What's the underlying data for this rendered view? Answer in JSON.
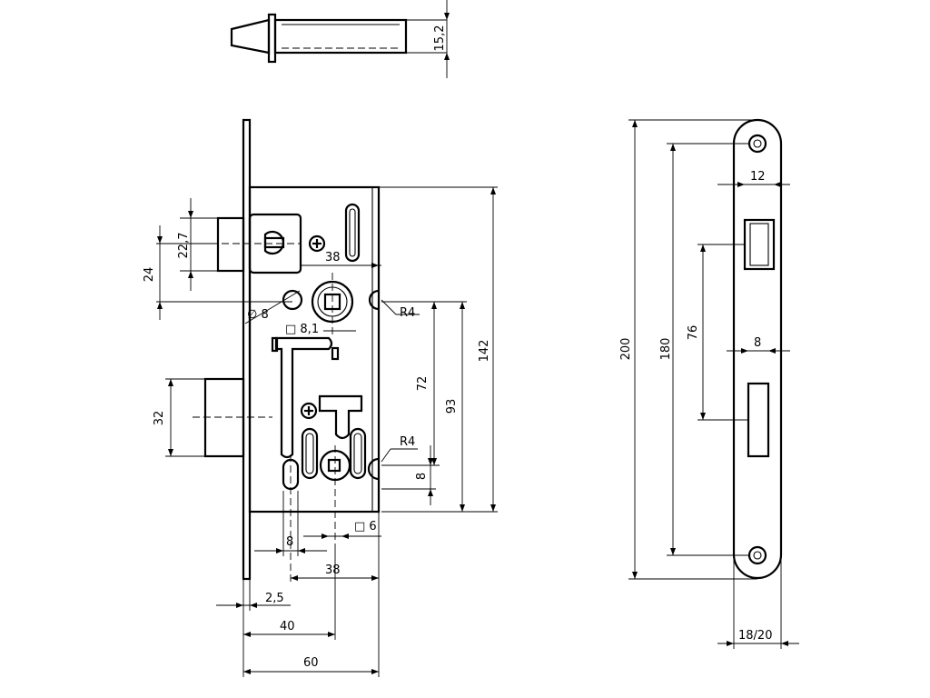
{
  "dimensions": {
    "bolt_depth": "15,2",
    "latch_height": "22,7",
    "latch_offset": "24",
    "backset_top": "38",
    "hole_diameter": "∅ 8",
    "spindle_square": "□ 8,1",
    "radius_upper": "R4",
    "radius_lower": "R4",
    "centre_distance": "72",
    "distance_93": "93",
    "body_height": "142",
    "bolt_height": "32",
    "bottom_8": "8",
    "lower_square": "□ 6",
    "bottom_offset_8": "8",
    "bottom_38": "38",
    "plate_thickness": "2,5",
    "backset_40": "40",
    "body_depth": "60",
    "faceplate_length": "200",
    "screw_distance": "180",
    "latch_width": "12",
    "slot_distance": "76",
    "slot_width": "8",
    "faceplate_width": "18/20"
  }
}
